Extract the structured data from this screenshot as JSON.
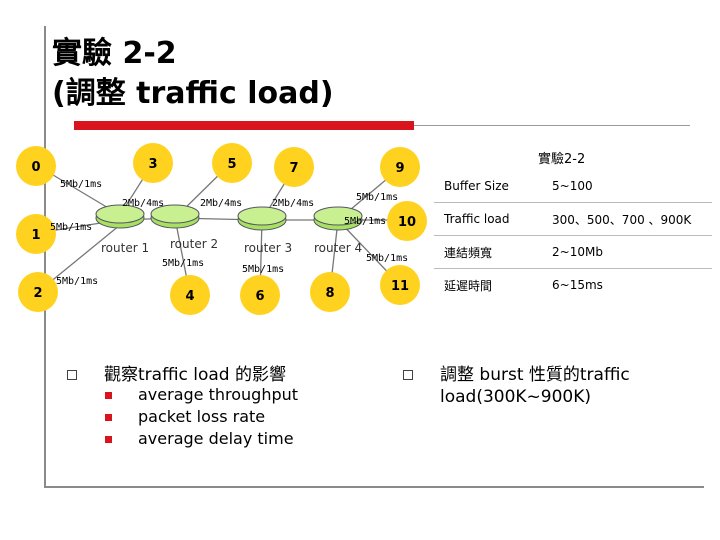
{
  "slide": {
    "title_line1": "實驗 2-2",
    "title_line2": "(調整 traffic load)"
  },
  "colors": {
    "node_fill": "#ffd21f",
    "accent_bar": "#d9141c",
    "router_fill": "#a8e060",
    "link_color": "#777777"
  },
  "diagram": {
    "nodes": [
      "0",
      "1",
      "2",
      "3",
      "4",
      "5",
      "6",
      "7",
      "8",
      "9",
      "10",
      "11"
    ],
    "routers": [
      "router 1",
      "router 2",
      "router 3",
      "router 4"
    ],
    "links": [
      "5Mb/1ms",
      "2Mb/4ms",
      "2Mb/4ms",
      "2Mb/4ms",
      "5Mb/1ms",
      "5Mb/1ms",
      "5Mb/1ms",
      "5Mb/1ms",
      "5Mb/1ms",
      "5Mb/1ms",
      "5Mb/1ms"
    ]
  },
  "table": {
    "caption": "實驗2-2",
    "rows": [
      {
        "label": "Buffer Size",
        "value": "5~100"
      },
      {
        "label": "Traffic load",
        "value": "300、500、700 、900K"
      },
      {
        "label": "連結頻寬",
        "value": "2~10Mb"
      },
      {
        "label": "延遲時間",
        "value": "6~15ms"
      }
    ]
  },
  "bullets": {
    "left": {
      "text": "觀察traffic load 的影響",
      "items": [
        "average throughput",
        "packet loss rate",
        "average delay time"
      ]
    },
    "right": {
      "line1": "調整 burst 性質的traffic",
      "line2": "load(300K~900K)"
    }
  }
}
